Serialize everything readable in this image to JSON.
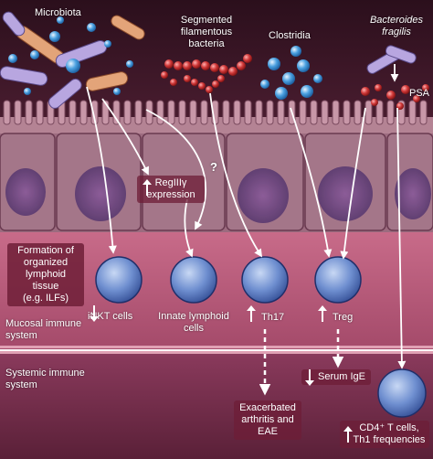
{
  "labels": {
    "microbiota": "Microbiota",
    "sfb_line1": "Segmented",
    "sfb_line2": "filamentous",
    "sfb_line3": "bacteria",
    "clostridia": "Clostridia",
    "bfragilis_line1": "Bacteroides",
    "bfragilis_line2": "fragilis",
    "psa": "PSA",
    "question_mark": "?",
    "regiii_line1": "RegIIIγ",
    "regiii_line2": "expression",
    "formation_line1": "Formation of",
    "formation_line2": "organized",
    "formation_line3": "lymphoid",
    "formation_line4": "tissue",
    "formation_line5": "(e.g. ILFs)",
    "inkt": "iNKT cells",
    "innate_line1": "Innate lymphoid",
    "innate_line2": "cells",
    "th17": "Th17",
    "treg": "Treg",
    "mucosal_line1": "Mucosal immune",
    "mucosal_line2": "system",
    "systemic_line1": "Systemic immune",
    "systemic_line2": "system",
    "serum_ige": "Serum IgE",
    "exacerbated_line1": "Exacerbated",
    "exacerbated_line2": "arthritis and",
    "exacerbated_line3": "EAE",
    "cd4_line1": "CD4⁺ T cells,",
    "cd4_line2": "Th1 frequencies"
  },
  "colors": {
    "lumen": "#3a1626",
    "epithelium": "#9c6b7f",
    "lamina_propria": "#b9607c",
    "systemic": "#7d3050",
    "cell_blue": "#5b7fc4",
    "label_box": "#6e1e37",
    "bacteria_orange": "#e0a070",
    "bacteria_purple": "#9a8ac8",
    "sfb_red": "#c8506a",
    "psa_red": "#d03030"
  }
}
